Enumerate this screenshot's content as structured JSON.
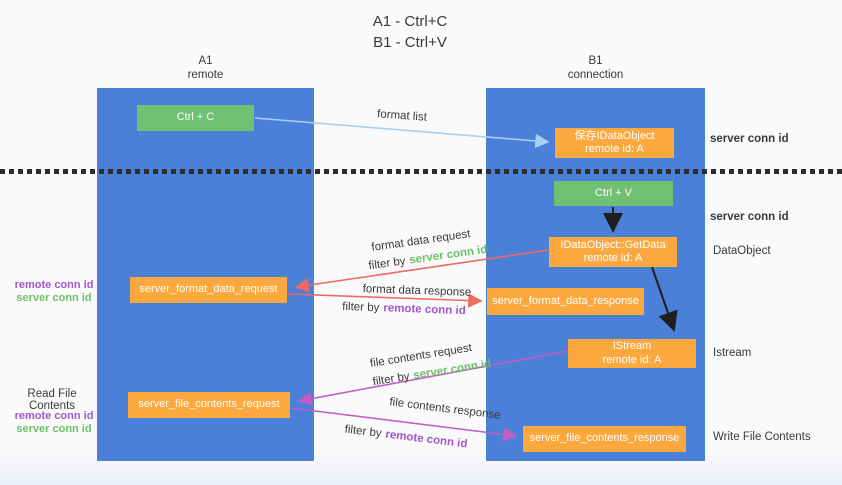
{
  "title": {
    "line1": "A1 - Ctrl+C",
    "line2": "B1 - Ctrl+V"
  },
  "lifelines": {
    "a1": {
      "name": "A1",
      "role": "remote"
    },
    "b1": {
      "name": "B1",
      "role": "connection"
    }
  },
  "boxes": {
    "ctrl_c": {
      "label": "Ctrl + C"
    },
    "save_dataobject": {
      "line1": "保存IDataObject",
      "line2": "remote id: A"
    },
    "ctrl_v": {
      "label": "Ctrl + V"
    },
    "getdata": {
      "line1": "IDataObject::GetData",
      "line2": "remote id: A"
    },
    "format_request": {
      "label": "server_format_data_request"
    },
    "format_response": {
      "label": "server_format_data_response"
    },
    "istream": {
      "line1": "IStream",
      "line2": "remote id: A"
    },
    "file_request": {
      "label": "server_file_contents_request"
    },
    "file_response": {
      "label": "server_file_contents_response"
    }
  },
  "arrow_labels": {
    "format_list": "format list",
    "format_data_request": "format data request",
    "format_request_filter": {
      "prefix": "filter by",
      "value": "server conn id"
    },
    "format_data_response": "format data response",
    "format_response_filter": {
      "prefix": "filter by",
      "value": "remote conn id"
    },
    "file_contents_request": "file contents request",
    "file_request_filter": {
      "prefix": "filter by",
      "value": "server conn id"
    },
    "file_contents_response": "file contents response",
    "file_response_filter": {
      "prefix": "filter by",
      "value": "remote conn id"
    }
  },
  "side_labels": {
    "server_conn_id_top": "server conn id",
    "server_conn_id_mid": "server conn id",
    "dataobject": "DataObject",
    "istream": "Istream",
    "write_file_contents": "Write File Contents",
    "read_file_contents": "Read File Contents",
    "format_left": {
      "remote": "remote conn id",
      "server": "server conn id"
    },
    "file_left": {
      "remote": "remote conn id",
      "server": "server conn id"
    }
  },
  "colors": {
    "lifeline_blue": "#4a80d8",
    "action_green": "#71c175",
    "object_orange": "#fba83e",
    "arrow_light_blue": "#a5d2f0",
    "arrow_red": "#ed6a60",
    "arrow_magenta": "#bf5ec4",
    "arrow_black": "#1f1f1f",
    "text_green": "#6cbf6a",
    "text_purple": "#a356cb",
    "text_dark": "#3a3a3a"
  }
}
